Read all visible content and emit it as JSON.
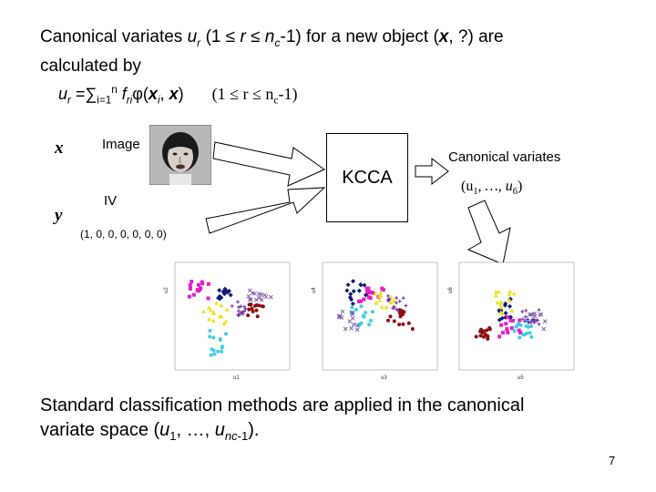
{
  "title": {
    "line1_prefix": "Canonical variates",
    "line1_var": "u",
    "line1_var_sub": "r",
    "line1_range": "(1 ≤ ",
    "line1_r": "r",
    "line1_le": " ≤ n",
    "line1_c": "c",
    "line1_suffix": "-1) for a new object (",
    "x": "x",
    "line1_end": ", ?) are",
    "line2": "calculated by"
  },
  "formula": {
    "lhs": "u",
    "lhs_sub": "r",
    "equals": " =∑",
    "sum_sub": "i=1",
    "sum_sup": "n",
    "f": " f",
    "f_sub": "ri",
    "phi": "φ(",
    "xi": "x",
    "xi_sub": "i",
    "comma": ", ",
    "x": "x",
    "close": ")",
    "range": "(1 ≤ r ≤ n",
    "range_sub": "c",
    "range_end": "-1)"
  },
  "inputs": {
    "x_label": "x",
    "image_label": "Image",
    "y_label": "y",
    "iv_label": "IV",
    "iv_tuple": "(1, 0, 0, 0, 0, 0, 0)"
  },
  "kcca": {
    "label": "KCCA"
  },
  "output": {
    "label": "Canonical variates",
    "tuple_open": "(u",
    "tuple_sub1": "1",
    "tuple_mid": ", …, u",
    "tuple_sub6": "6",
    "tuple_close": ")"
  },
  "plots": [
    {
      "xlabel": "u1",
      "ylabel": "u2"
    },
    {
      "xlabel": "u3",
      "ylabel": "u4"
    },
    {
      "xlabel": "u5",
      "ylabel": "u6"
    }
  ],
  "bottom": {
    "line1": "Standard classification methods are applied in the canonical",
    "line2_prefix": "variate space (",
    "u": "u",
    "sub1": "1",
    "mid": ", …, ",
    "u2": "u",
    "sub_nc": "nc",
    "end": "-1",
    "close": ")."
  },
  "page_number": "7",
  "colors": {
    "magenta": "#e020c8",
    "navy": "#101870",
    "yellow": "#f0e020",
    "cyan": "#40d0e0",
    "darkred": "#8a1010",
    "purple": "#8060b0",
    "violet": "#7030a0"
  }
}
